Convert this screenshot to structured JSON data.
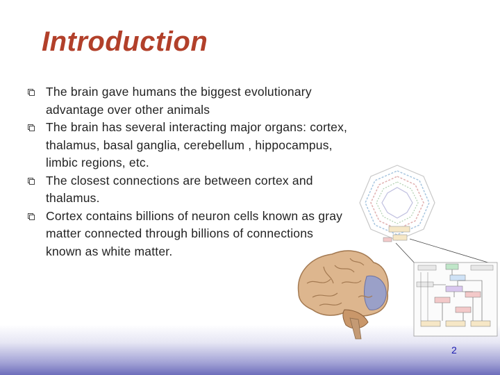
{
  "slide": {
    "title": "Introduction",
    "bullets": [
      {
        "text": "The brain gave humans the biggest evolutionary advantage over other animals"
      },
      {
        "text": "The brain has several interacting major organs: cortex, thalamus, basal ganglia, cerebellum , hippocampus, limbic regions, etc."
      },
      {
        "text": "The closest connections are between cortex and thalamus."
      },
      {
        "text": "Cortex contains billions of neuron cells known as gray matter connected through billions of connections known as white matter."
      }
    ],
    "page_number": "2"
  },
  "figure": {
    "icon": "brain-network-diagram"
  },
  "colors": {
    "title": "#b2402a",
    "page_number": "#1a1ab0",
    "footer_band_bottom": "#6d6dbb"
  }
}
